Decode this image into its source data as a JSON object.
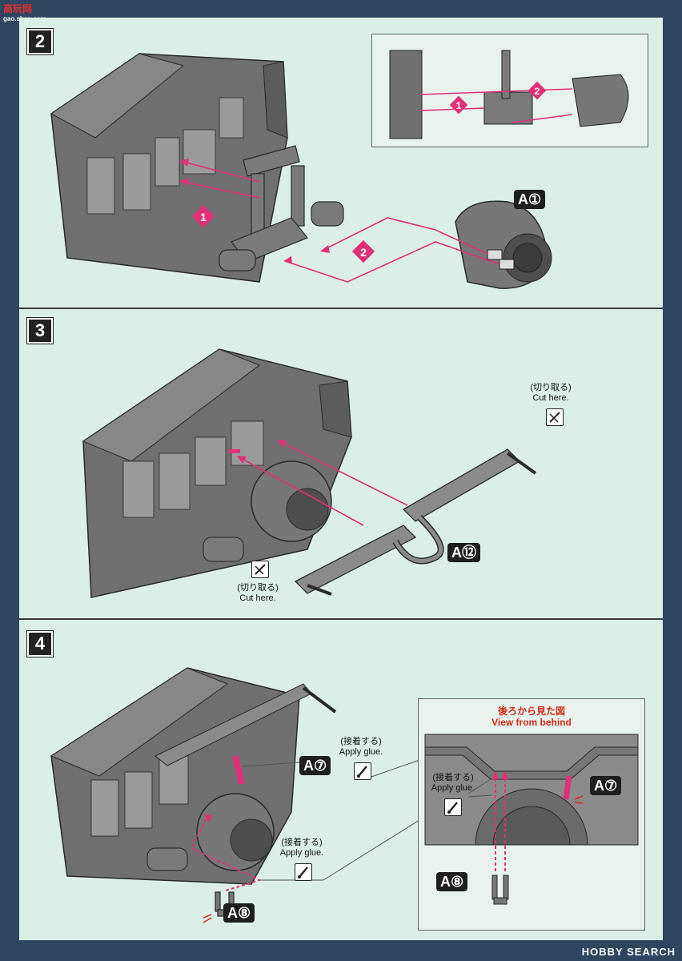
{
  "watermark": {
    "site_name": "高玩网",
    "site_url": "gao.shan.com",
    "corner_mark": "HOBBY SEARCH"
  },
  "steps": [
    {
      "number": "2",
      "part_label": "A①",
      "arrow_numbers": [
        "1",
        "2"
      ]
    },
    {
      "number": "3",
      "part_label": "A⑫",
      "cut_note_jp": "(切り取る)",
      "cut_note_en": "Cut here."
    },
    {
      "number": "4",
      "part_labels": [
        "A⑦",
        "A⑧"
      ],
      "glue_note_jp": "(接着する)",
      "glue_note_en": "Apply glue."
    }
  ],
  "inset_view": {
    "title_jp": "後ろから見た図",
    "title_en": "View from behind",
    "labels": [
      "A⑦",
      "A⑧"
    ]
  },
  "colors": {
    "background": "#dcefe7",
    "border": "#2f4560",
    "guide_arrow": "#e0307a",
    "part_gray": "#6f6f6f",
    "highlight": "#e0307a"
  },
  "icons": [
    "cutter-icon",
    "glue-brush-icon"
  ]
}
